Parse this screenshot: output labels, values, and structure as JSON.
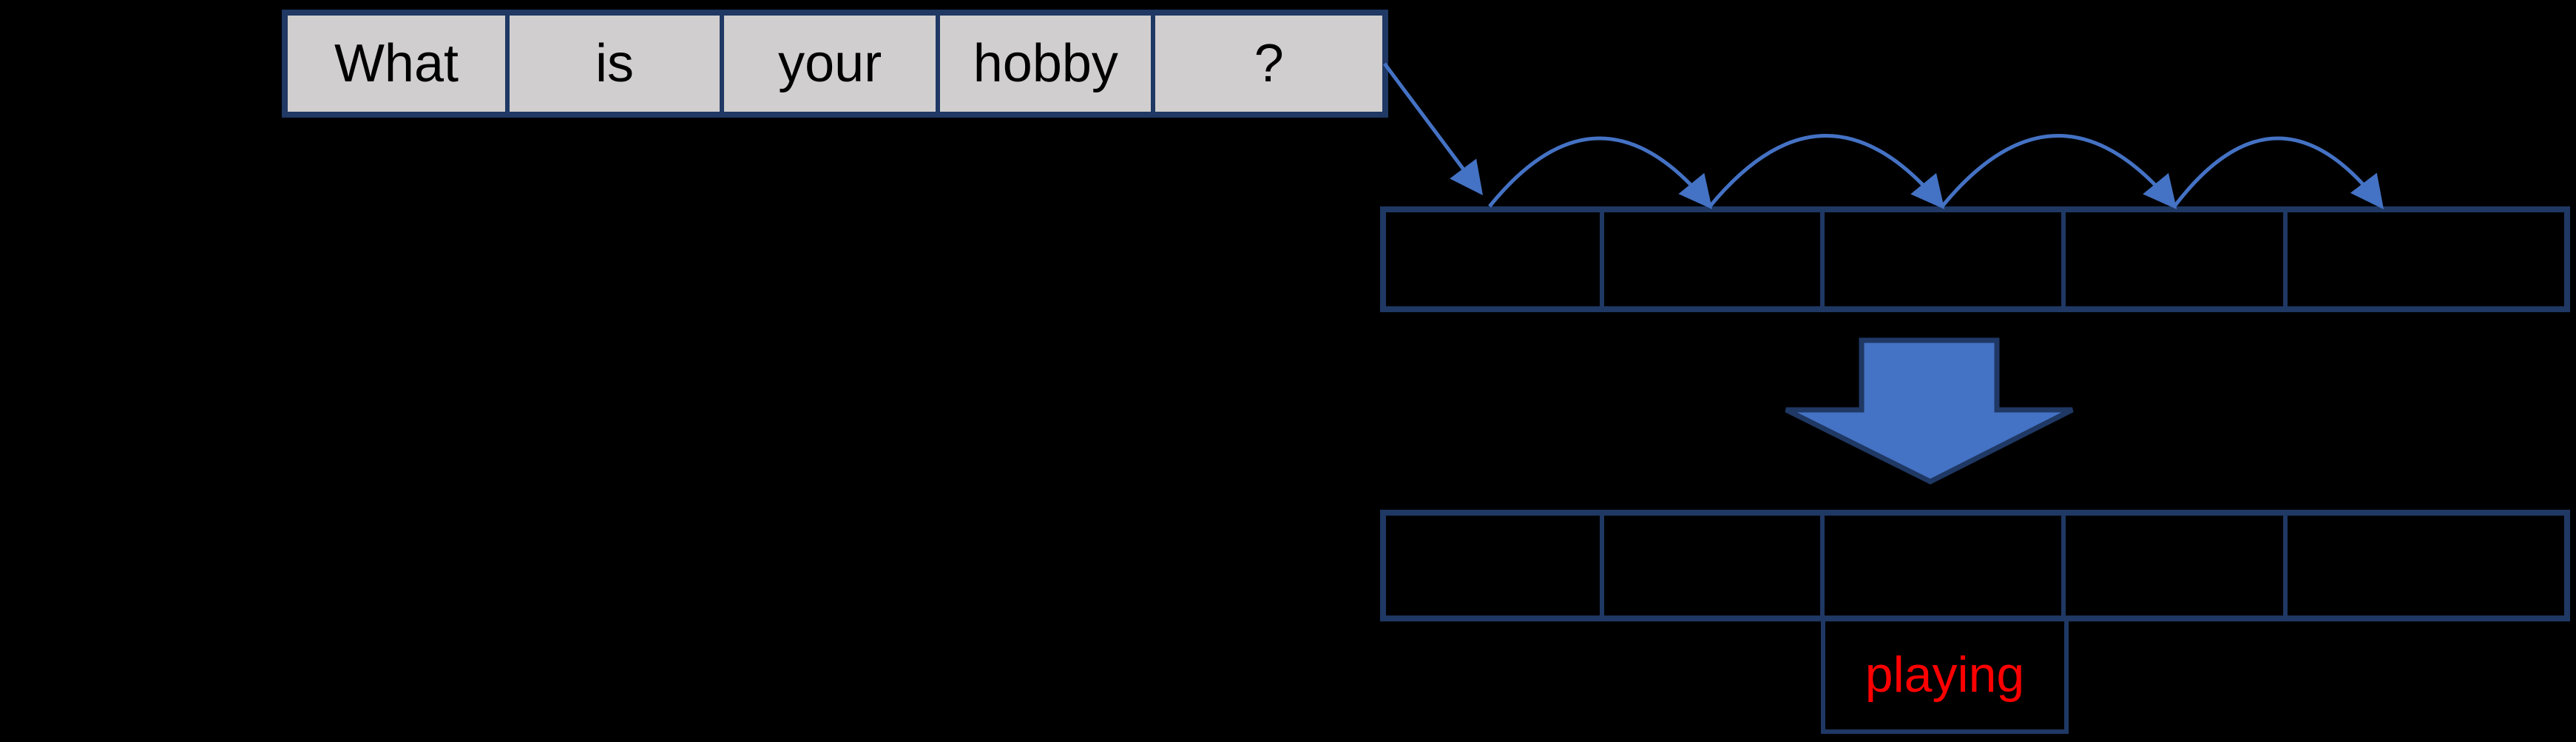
{
  "colors": {
    "canvas-bg": "#000000",
    "table-border": "#1f3864",
    "input-cell-fill": "#d0cece",
    "flow-blue": "#4472c4",
    "predicted-word-color": "#ff0000",
    "input-text-color": "#000000"
  },
  "input_row": {
    "words": [
      "What",
      "is",
      "your",
      "hobby",
      "?"
    ]
  },
  "state_row": {
    "cell_count": 5
  },
  "output_row": {
    "cell_count": 5
  },
  "predicted": {
    "word": "playing"
  },
  "icons": {
    "feed_arrow": "diagonal-arrow-from-question-cell-to-first-state-cell",
    "hop_arcs": "four-left-to-right-hop-arcs-over-state-row",
    "transform_arrow": "large-blue-block-down-arrow"
  }
}
